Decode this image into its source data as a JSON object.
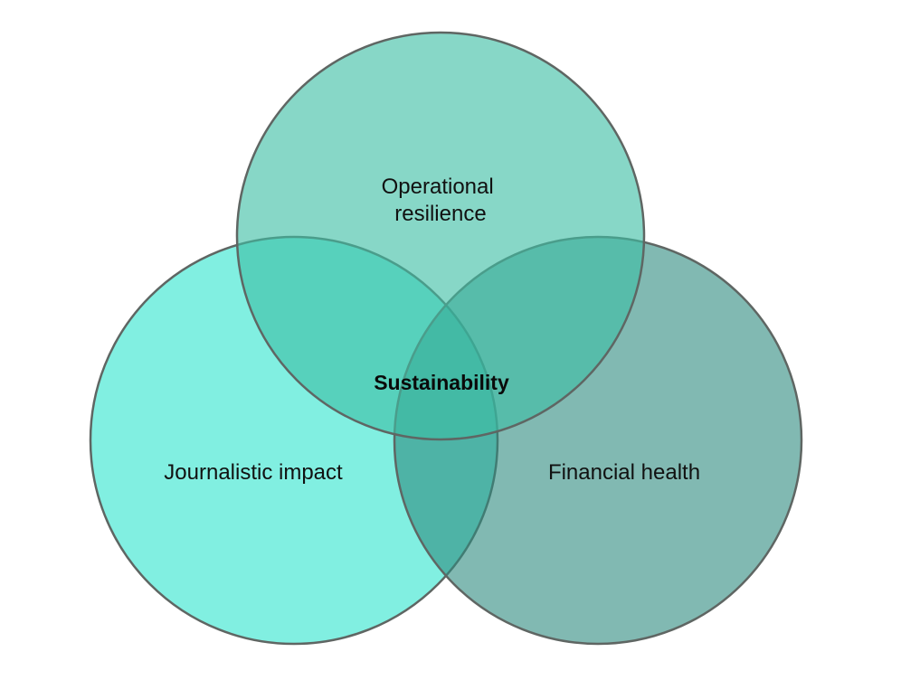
{
  "diagram": {
    "type": "venn",
    "circles": {
      "top": {
        "label_lines": [
          "Operational",
          "resilience"
        ],
        "color": "#3dbea4",
        "opacity": 0.62
      },
      "left": {
        "label": "Journalistic impact",
        "color": "#5eead9",
        "opacity": 0.78
      },
      "right": {
        "label": "Financial health",
        "color": "#2d8a7f",
        "opacity": 0.6
      }
    },
    "center_label": "Sustainability",
    "stroke_color": "#5f6663"
  }
}
